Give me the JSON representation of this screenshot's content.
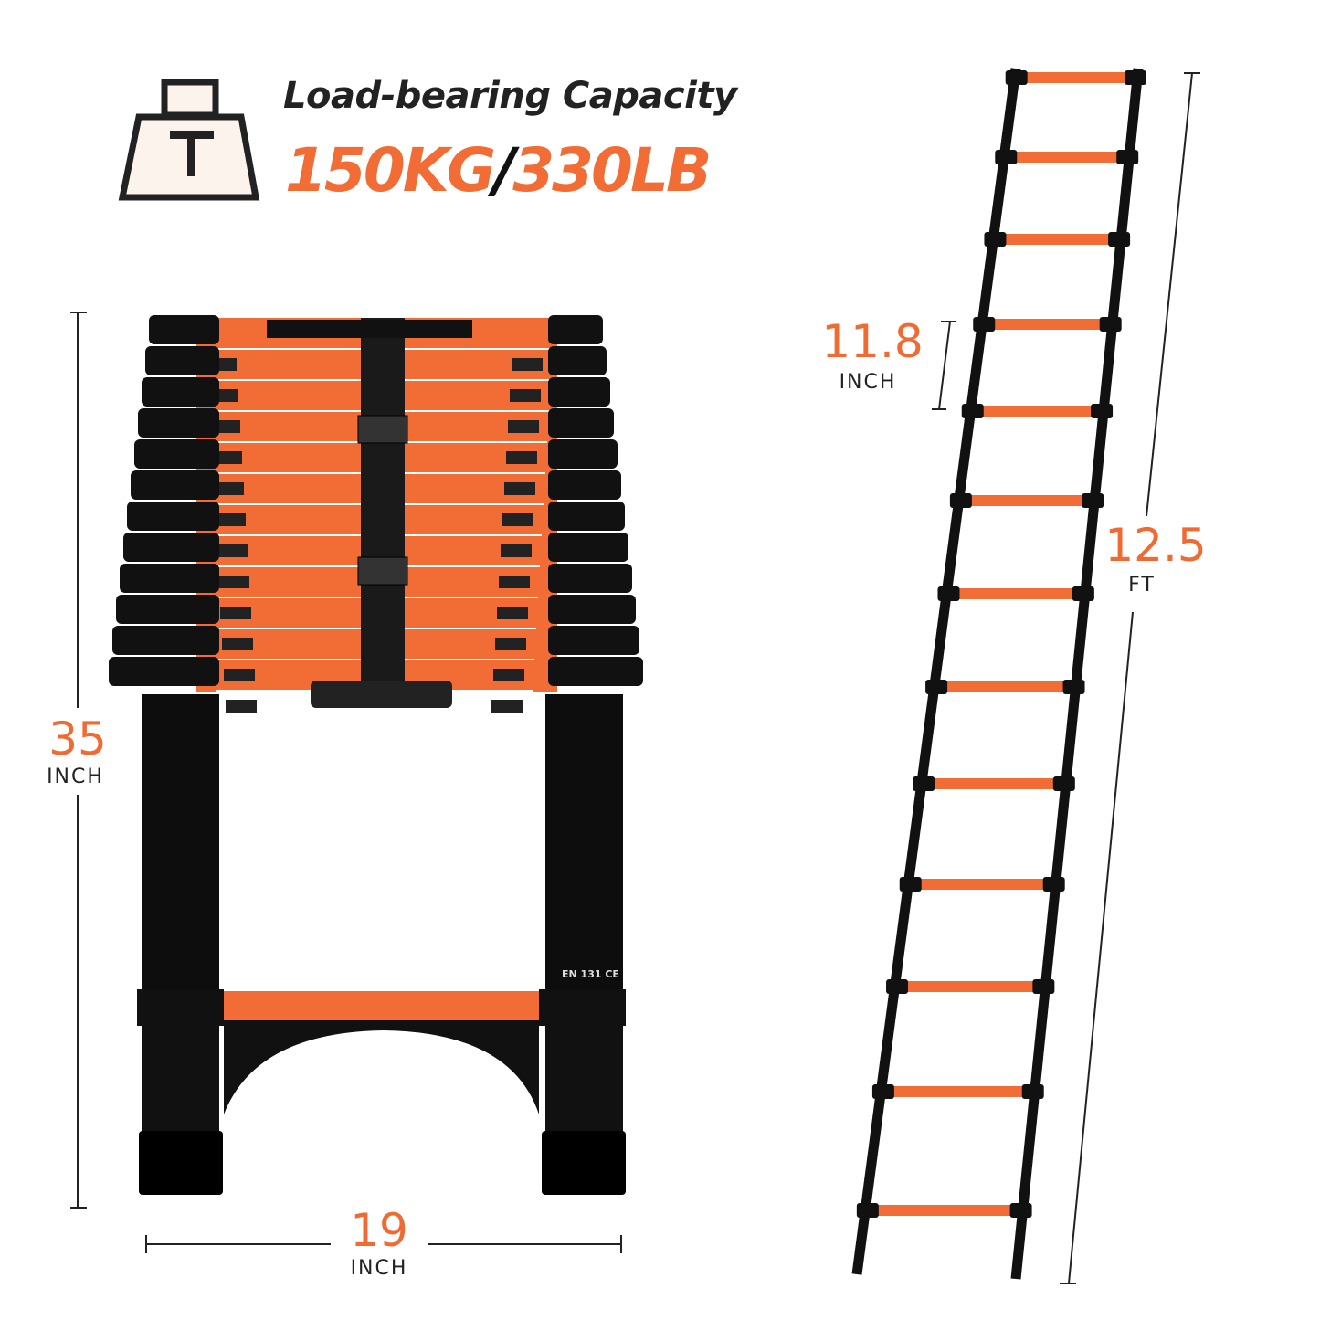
{
  "header": {
    "icon": "weight-icon",
    "title": "Load-bearing Capacity",
    "capacity_kg": "150KG",
    "separator": "/",
    "capacity_lb": "330LB"
  },
  "dimensions": {
    "closed_height": {
      "value": "35",
      "unit": "INCH"
    },
    "width": {
      "value": "19",
      "unit": "INCH"
    },
    "rung_spacing": {
      "value": "11.8",
      "unit": "INCH"
    },
    "extended_height": {
      "value": "12.5",
      "unit": "FT"
    }
  },
  "labels": {
    "certification": "EN 131 CE"
  },
  "colors": {
    "accent": "#f26d35",
    "dark": "#111111"
  }
}
